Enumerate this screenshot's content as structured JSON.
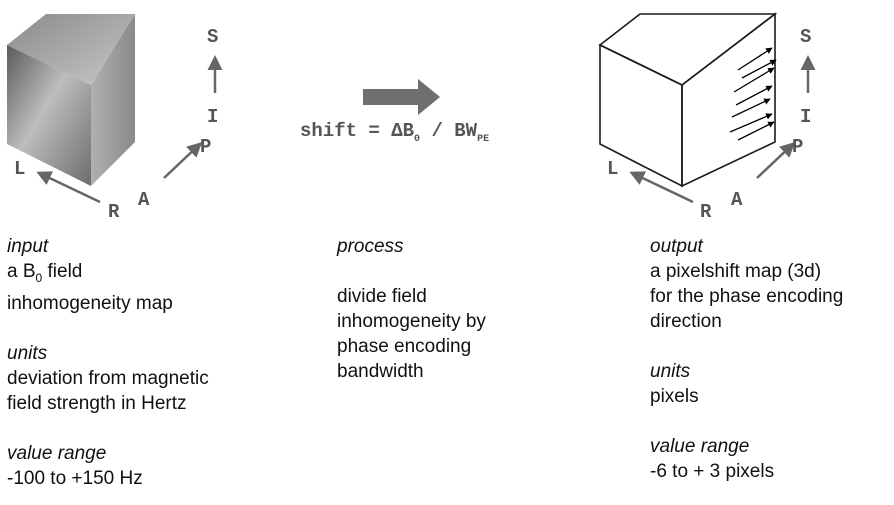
{
  "axes": {
    "superior": "S",
    "inferior": "I",
    "posterior": "P",
    "anterior": "A",
    "left": "L",
    "right": "R"
  },
  "formula": {
    "lhs": "shift = ΔB",
    "lhs_sub": "0",
    "mid": " / BW",
    "rhs_sub": "PE"
  },
  "input": {
    "heading": "input",
    "line1_prefix": "a B",
    "line1_sub": "0",
    "line1_suffix": " field",
    "line2": "inhomogeneity map",
    "units_heading": "units",
    "units_line1": "deviation from magnetic",
    "units_line2": "field strength in Hertz",
    "range_heading": "value range",
    "range_value": "-100 to +150 Hz"
  },
  "process": {
    "heading": "process",
    "line1": "divide field",
    "line2": "inhomogeneity by",
    "line3": "phase encoding",
    "line4": "bandwidth"
  },
  "output": {
    "heading": "output",
    "line1": "a pixelshift map (3d)",
    "line2": "for the phase encoding",
    "line3": "direction",
    "units_heading": "units",
    "units_value": "pixels",
    "range_heading": "value range",
    "range_value": "-6 to + 3 pixels"
  },
  "colors": {
    "axis_gray": "#666666",
    "process_arrow": "#6f6f6f",
    "cube_edge": "#1a1a1a",
    "shift_arrow": "#000000"
  }
}
